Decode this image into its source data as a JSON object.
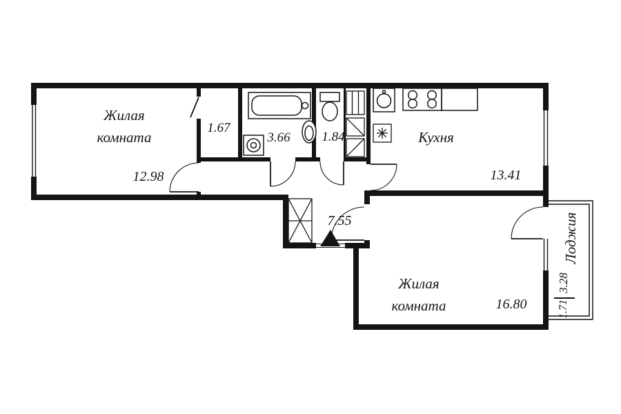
{
  "plan": {
    "background_color": "#ffffff",
    "line_color": "#141414",
    "rooms": {
      "living1": {
        "name": "Жилая комната",
        "area": "12.98"
      },
      "closet": {
        "area": "1.67"
      },
      "bathroom": {
        "area": "3.66"
      },
      "wc": {
        "area": "1.84"
      },
      "kitchen": {
        "name": "Кухня",
        "area": "13.41"
      },
      "hallway": {
        "area": "7.55"
      },
      "living2": {
        "name": "Жилая комната",
        "area": "16.80"
      },
      "loggia": {
        "name": "Лоджия",
        "area_full": "3.28",
        "area_reduced": "1.71"
      }
    },
    "icons": [
      "bathtub-icon",
      "washbasin-icon",
      "toilet-icon",
      "washing-machine-icon",
      "vent-shaft-icon",
      "duct-icon",
      "kitchen-sink-icon",
      "fridge-icon",
      "stove-icon",
      "kitchen-counter-icon",
      "entrance-arrow-icon"
    ]
  }
}
